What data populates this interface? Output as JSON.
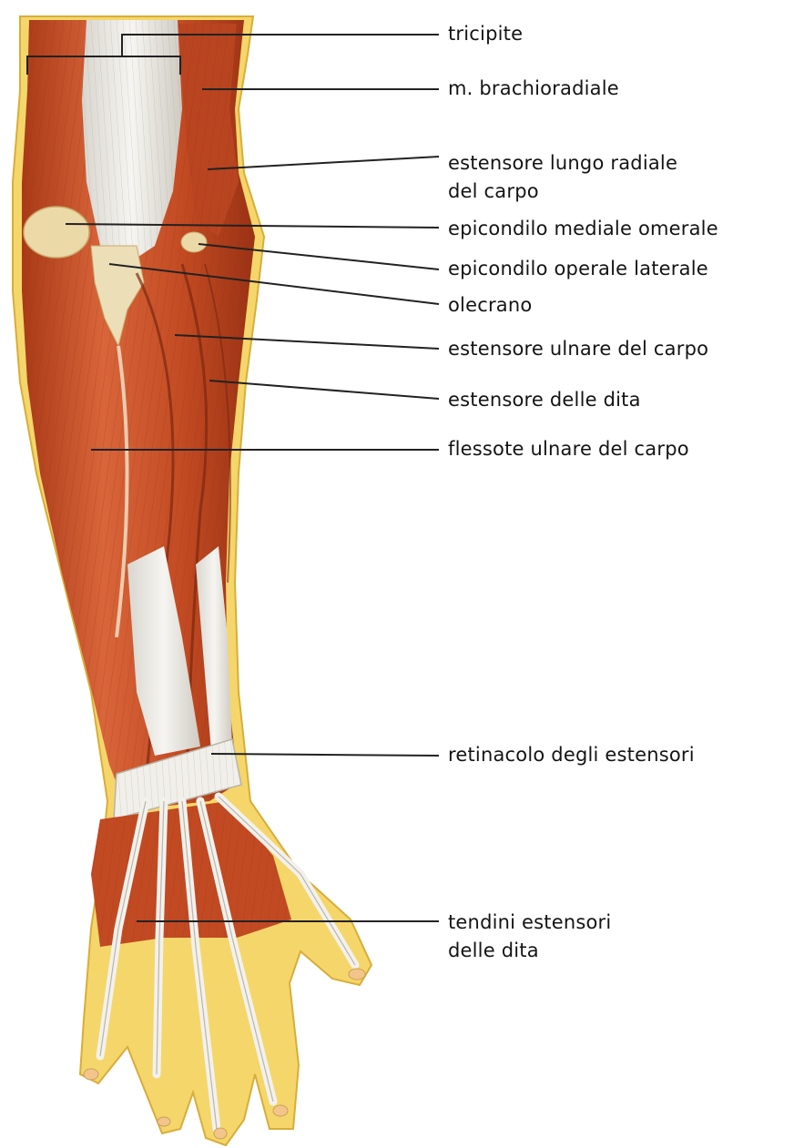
{
  "labels": {
    "tricipite": "tricipite",
    "brachioradiale": "m. brachioradiale",
    "estensore_lungo": "estensore lungo radiale\ndel carpo",
    "epicondilo_mediale": "epicondilo mediale omerale",
    "epicondilo_laterale": "epicondilo operale laterale",
    "olecrano": "olecrano",
    "estensore_ulnare": "estensore ulnare del carpo",
    "estensore_dita": "estensore delle dita",
    "flessore_ulnare": "flessote ulnare del carpo",
    "retinacolo": "retinacolo degli estensori",
    "tendini": "tendini estensori\ndelle dita"
  },
  "colors": {
    "muscle": "#c8532a",
    "muscle_dark": "#8e2f14",
    "muscle_light": "#e98a5a",
    "tendon": "#ebe9e4",
    "skin_outline": "#f2cf5a",
    "leader_line": "#222222"
  }
}
